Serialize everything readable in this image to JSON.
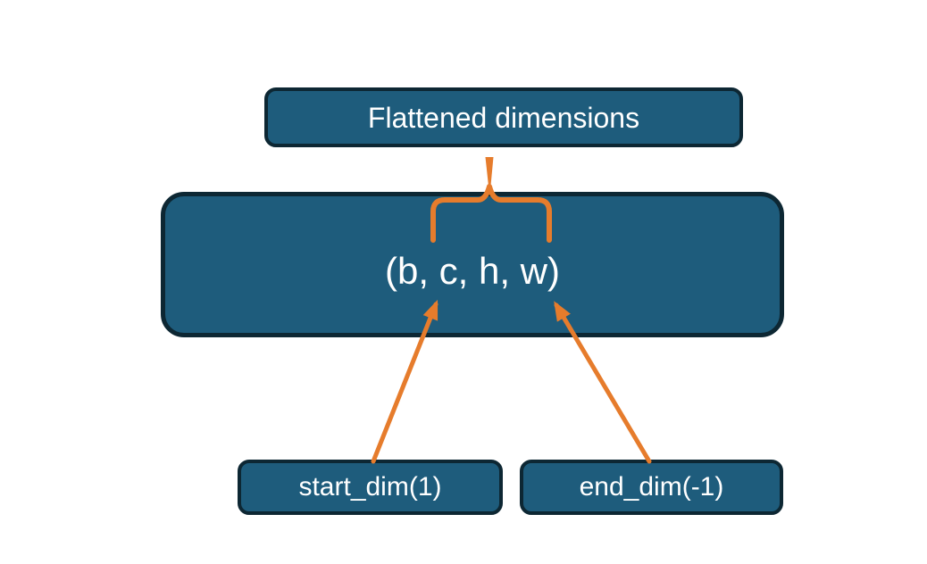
{
  "diagram": {
    "title_box": {
      "label": "Flattened dimensions"
    },
    "tensor_box": {
      "label": "(b, c, h, w)"
    },
    "start_dim_box": {
      "label": "start_dim(1)"
    },
    "end_dim_box": {
      "label": "end_dim(-1)"
    },
    "annotations": {
      "brace": "orange overbrace grouping dimensions c, h, w",
      "connector": "tapered line from Flattened dimensions box to brace",
      "arrow_start": "arrow from start_dim(1) box to dimension c",
      "arrow_end": "arrow from end_dim(-1) box to dimension w"
    }
  },
  "colors": {
    "box_fill": "#1E5C7C",
    "box_border": "#0D2733",
    "accent_orange": "#E67C2C",
    "text": "#FFFFFF",
    "background": "#FFFFFF"
  }
}
